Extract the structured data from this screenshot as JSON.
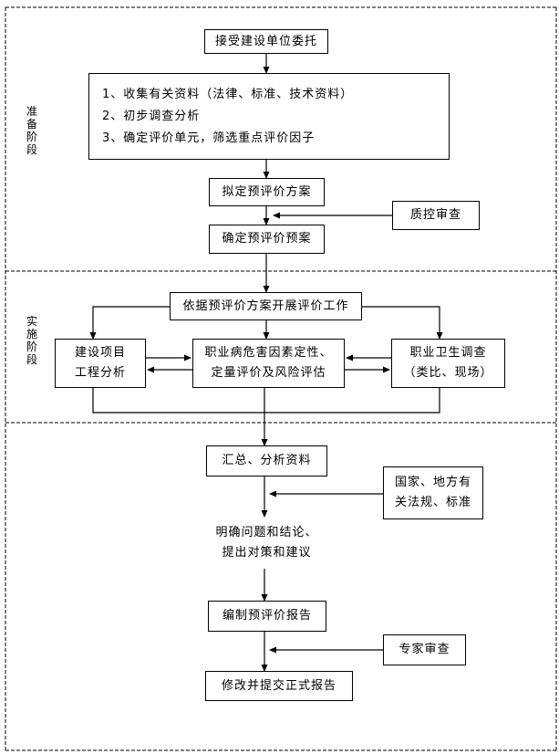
{
  "stages": {
    "prep": "准备阶段",
    "impl": "实施阶段"
  },
  "nodes": {
    "accept": "接受建设单位委托",
    "collect_1": "1、收集有关资料（法律、标准、技术资料）",
    "collect_2": "2、初步调查分析",
    "collect_3": "3、确定评价单元，筛选重点评价因子",
    "draft_plan": "拟定预评价方案",
    "qc_review": "质控审查",
    "confirm_plan": "确定预评价预案",
    "carry_out": "依据预评价方案开展评价工作",
    "project_1": "建设项目",
    "project_2": "工程分析",
    "hazard_1": "职业病危害因素定性、",
    "hazard_2": "定量评价及风险评估",
    "hygiene_1": "职业卫生调查",
    "hygiene_2": "（类比、现场）",
    "summary": "汇总、分析资料",
    "regs_1": "国家、地方有",
    "regs_2": "关法规、标准",
    "conclusion_1": "明确问题和结论、",
    "conclusion_2": "提出对策和建议",
    "compile": "编制预评价报告",
    "expert": "专家审查",
    "revise": "修改并提交正式报告"
  }
}
